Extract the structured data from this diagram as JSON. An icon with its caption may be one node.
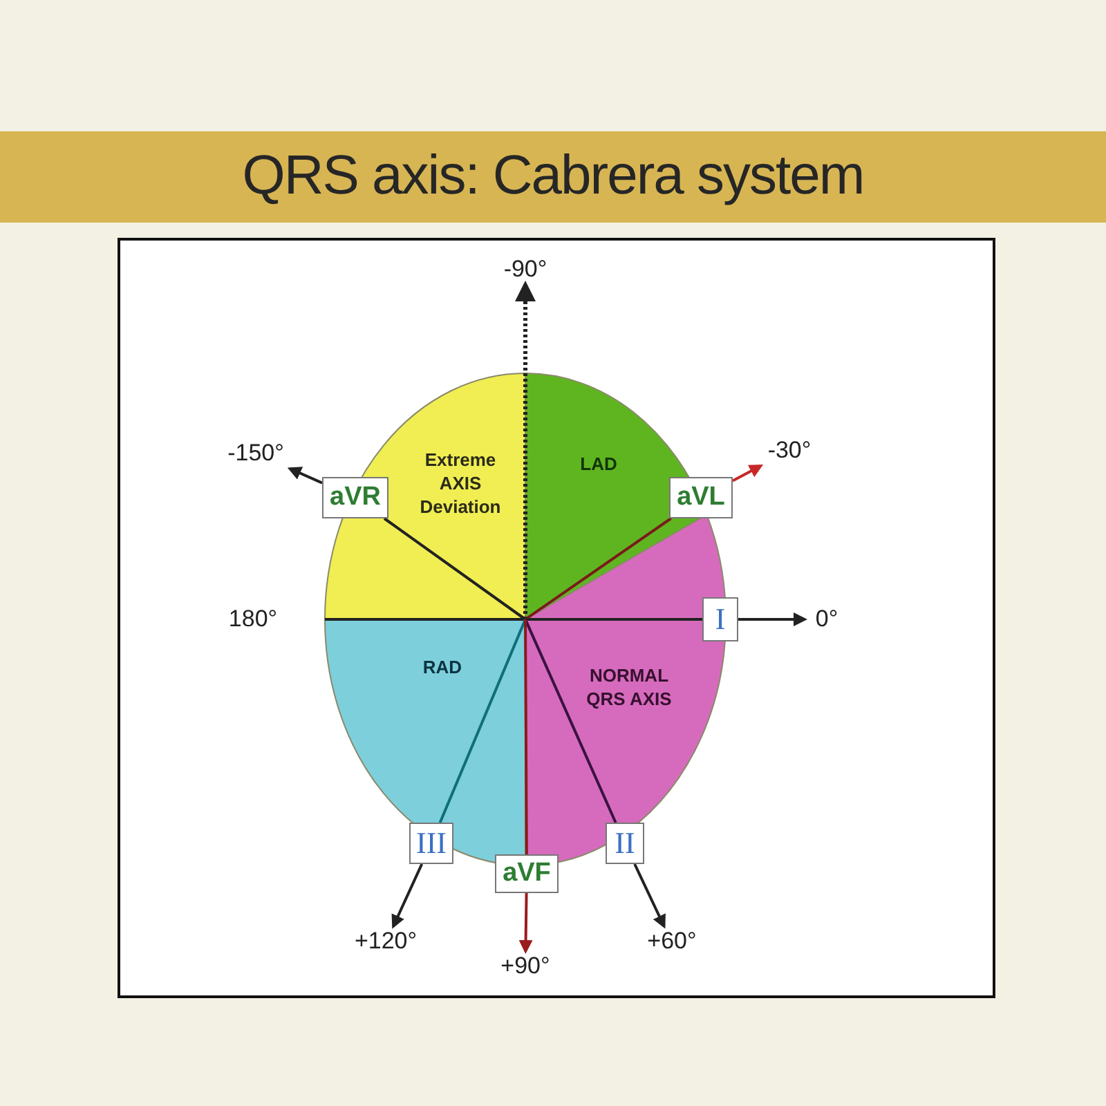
{
  "diagram": {
    "title": "QRS axis: Cabrera system",
    "nodes": [
      {
        "text": [
          "-90°"
        ]
      },
      {
        "text": [
          "-150°"
        ]
      },
      {
        "text": [
          "-30°"
        ]
      },
      {
        "text": [
          "Extreme AXIS Deviation"
        ]
      },
      {
        "text": [
          "LAD"
        ]
      },
      {
        "text": [
          "aVR"
        ]
      },
      {
        "text": [
          "aVL"
        ]
      },
      {
        "text": [
          "I"
        ]
      },
      {
        "text": [
          "0°"
        ]
      },
      {
        "text": [
          "RAD"
        ]
      },
      {
        "text": [
          "NORMAL QRS AXIS"
        ]
      },
      {
        "text": [
          "III"
        ]
      },
      {
        "text": [
          "II"
        ]
      },
      {
        "text": [
          "aVF"
        ]
      },
      {
        "text": [
          "+120°"
        ]
      },
      {
        "text": [
          "+60°"
        ]
      },
      {
        "text": [
          "+90°"
        ]
      }
    ],
    "edges": [
      {
        "from": null,
        "to": 0,
        "arrow": "to",
        "style": "dashed"
      },
      {
        "from": 5,
        "to": 1,
        "arrow": "to"
      },
      {
        "from": 6,
        "to": 2,
        "arrow": "to",
        "color": "#c62828"
      },
      {
        "from": 7,
        "to": 8,
        "arrow": "to"
      },
      {
        "from": 11,
        "to": 14,
        "arrow": "to"
      },
      {
        "from": 12,
        "to": 15,
        "arrow": "to"
      },
      {
        "from": 13,
        "to": 16,
        "arrow": "to",
        "color": "#9b1c1c"
      },
      {
        "from": null,
        "to": 5,
        "arrow": "none"
      },
      {
        "from": null,
        "to": 6,
        "arrow": "none",
        "color": "#7a1a1a"
      },
      {
        "from": null,
        "to": 7,
        "arrow": "none"
      },
      {
        "from": null,
        "to": 11,
        "arrow": "none",
        "color": "#0f6f7a"
      },
      {
        "from": null,
        "to": 12,
        "arrow": "none",
        "color": "#3b1240"
      },
      {
        "from": null,
        "to": 13,
        "arrow": "none",
        "color": "#8b1a1a"
      }
    ],
    "labels": [
      "180°"
    ]
  }
}
